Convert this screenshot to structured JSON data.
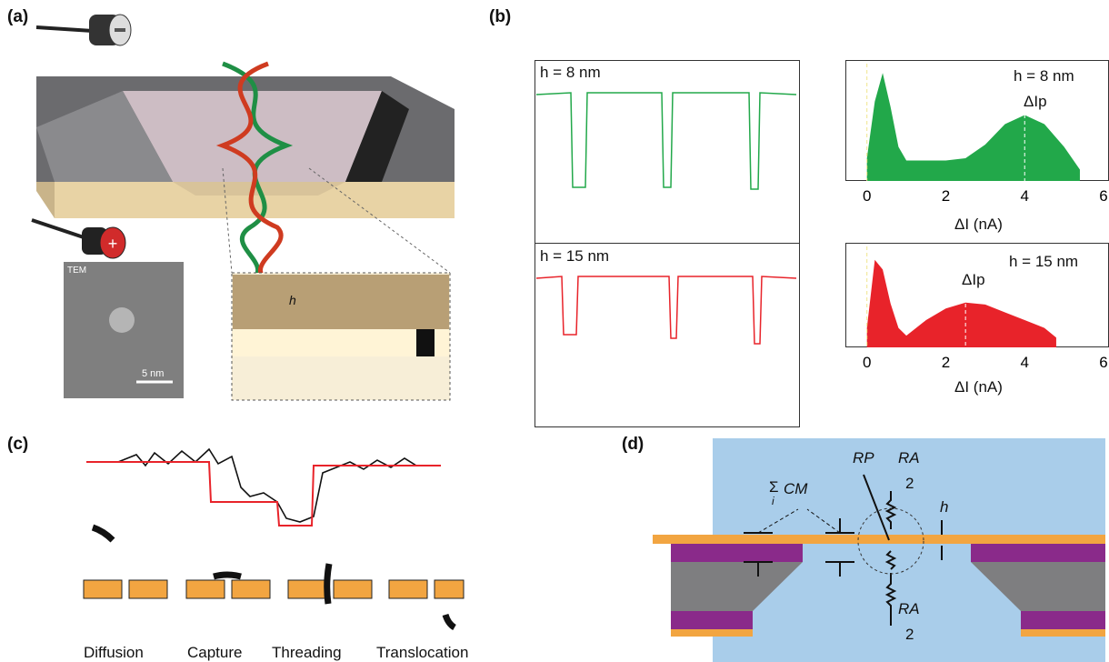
{
  "panels": {
    "a": "(a)",
    "b": "(b)",
    "c": "(c)",
    "d": "(d)"
  },
  "panel_a": {
    "tem_label": "TEM",
    "scale_bar": "5 nm",
    "h_label": "h"
  },
  "panel_b": {
    "trace_top_label": "h = 8 nm",
    "trace_bottom_label": "h = 15 nm",
    "hist_top_label": "h = 8 nm",
    "hist_bottom_label": "h = 15 nm",
    "peak_label": "ΔIp",
    "xlabel": "ΔI (nA)",
    "ticks": [
      "0",
      "2",
      "4",
      "6"
    ],
    "colors": {
      "top": "#22a84a",
      "bottom": "#e8232a",
      "marker": "#f0e68c"
    }
  },
  "panel_c": {
    "stages": [
      "Diffusion",
      "Capture",
      "Threading",
      "Translocation"
    ],
    "colors": {
      "membrane": "#f2a541",
      "fit": "#e8232a"
    }
  },
  "panel_d": {
    "rp": "RP",
    "ra_top": "RA",
    "ra_bottom": "RA",
    "two": "2",
    "cm": "CM",
    "sum": "Σ",
    "index": "i",
    "h": "h",
    "colors": {
      "bg": "#a9cdea",
      "orange": "#f2a541",
      "purple": "#8a2a8a",
      "gray": "#7e7e80"
    }
  },
  "chart_data": [
    {
      "type": "area",
      "series": [
        {
          "name": "h = 8 nm",
          "x": [
            0.0,
            0.2,
            0.4,
            0.6,
            0.8,
            1.0,
            1.5,
            2.0,
            2.5,
            3.0,
            3.5,
            4.0,
            4.5,
            5.0,
            5.4
          ],
          "values": [
            0.2,
            0.7,
            0.95,
            0.65,
            0.3,
            0.18,
            0.18,
            0.18,
            0.2,
            0.32,
            0.5,
            0.58,
            0.5,
            0.3,
            0.1
          ]
        }
      ],
      "xlabel": "ΔI (nA)",
      "xlim": [
        -0.5,
        6
      ],
      "peak": 4.0,
      "title": "h = 8 nm"
    },
    {
      "type": "area",
      "series": [
        {
          "name": "h = 15 nm",
          "x": [
            0.0,
            0.2,
            0.4,
            0.6,
            0.8,
            1.0,
            1.5,
            2.0,
            2.5,
            3.0,
            3.5,
            4.0,
            4.5,
            4.8
          ],
          "values": [
            0.2,
            0.9,
            0.8,
            0.45,
            0.2,
            0.12,
            0.28,
            0.4,
            0.46,
            0.44,
            0.36,
            0.28,
            0.2,
            0.1
          ]
        }
      ],
      "xlabel": "ΔI (nA)",
      "xlim": [
        -0.5,
        6
      ],
      "peak": 2.5,
      "title": "h = 15 nm"
    }
  ]
}
